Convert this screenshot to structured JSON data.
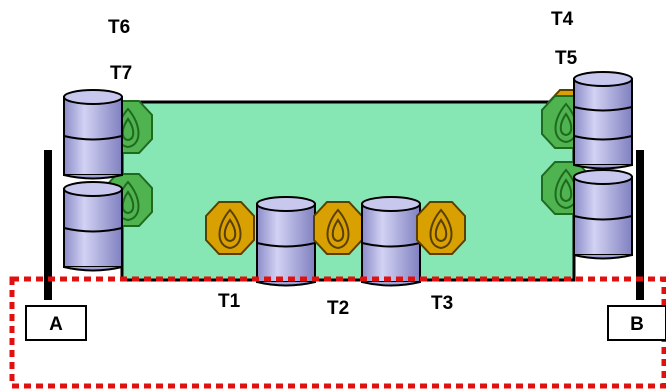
{
  "labels": {
    "t1": "T1",
    "t2": "T2",
    "t3": "T3",
    "t4": "T4",
    "t5": "T5",
    "t6": "T6",
    "t7": "T7",
    "a": "A",
    "b": "B"
  },
  "colors": {
    "field": "#86e6b4",
    "barrel_top": "#c9c9f2",
    "barrel_body": "#a7a7dc",
    "target_orange": "#d8a000",
    "target_green": "#4caf4c",
    "zone_border": "#e01010"
  },
  "icons": {
    "barrel": "barrel-icon",
    "target": "target-icon"
  }
}
